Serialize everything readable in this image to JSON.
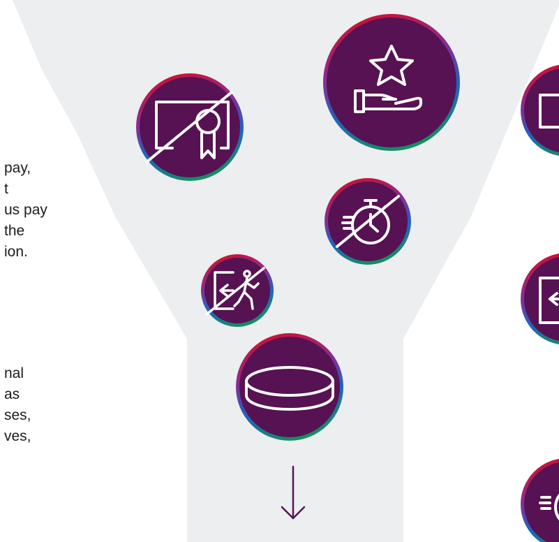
{
  "colors": {
    "funnel_fill": "#eceeef",
    "circle_fill": "#561253",
    "ring_top": "#cf1030",
    "ring_mid": "#8c2b8e",
    "ring_right": "#1f63c0",
    "ring_bottom": "#13925a",
    "icon_stroke": "#ffffff",
    "arrow": "#561253",
    "text": "#1c1c1c"
  },
  "text_blocks": [
    {
      "lines": [
        "pay,",
        "t",
        "us pay",
        "the",
        "ion."
      ]
    },
    {
      "lines": [
        "nal",
        "as",
        "ses,",
        "ves,"
      ]
    }
  ],
  "icons": [
    {
      "name": "crossed-certificate-icon"
    },
    {
      "name": "star-in-hand-icon"
    },
    {
      "name": "crossed-stopwatch-icon"
    },
    {
      "name": "crossed-exit-person-icon"
    },
    {
      "name": "coin-disc-icon"
    },
    {
      "name": "partial-right-icon-1"
    },
    {
      "name": "partial-right-icon-2"
    },
    {
      "name": "partial-right-icon-3"
    }
  ],
  "arrow": {
    "name": "down-arrow-icon"
  }
}
